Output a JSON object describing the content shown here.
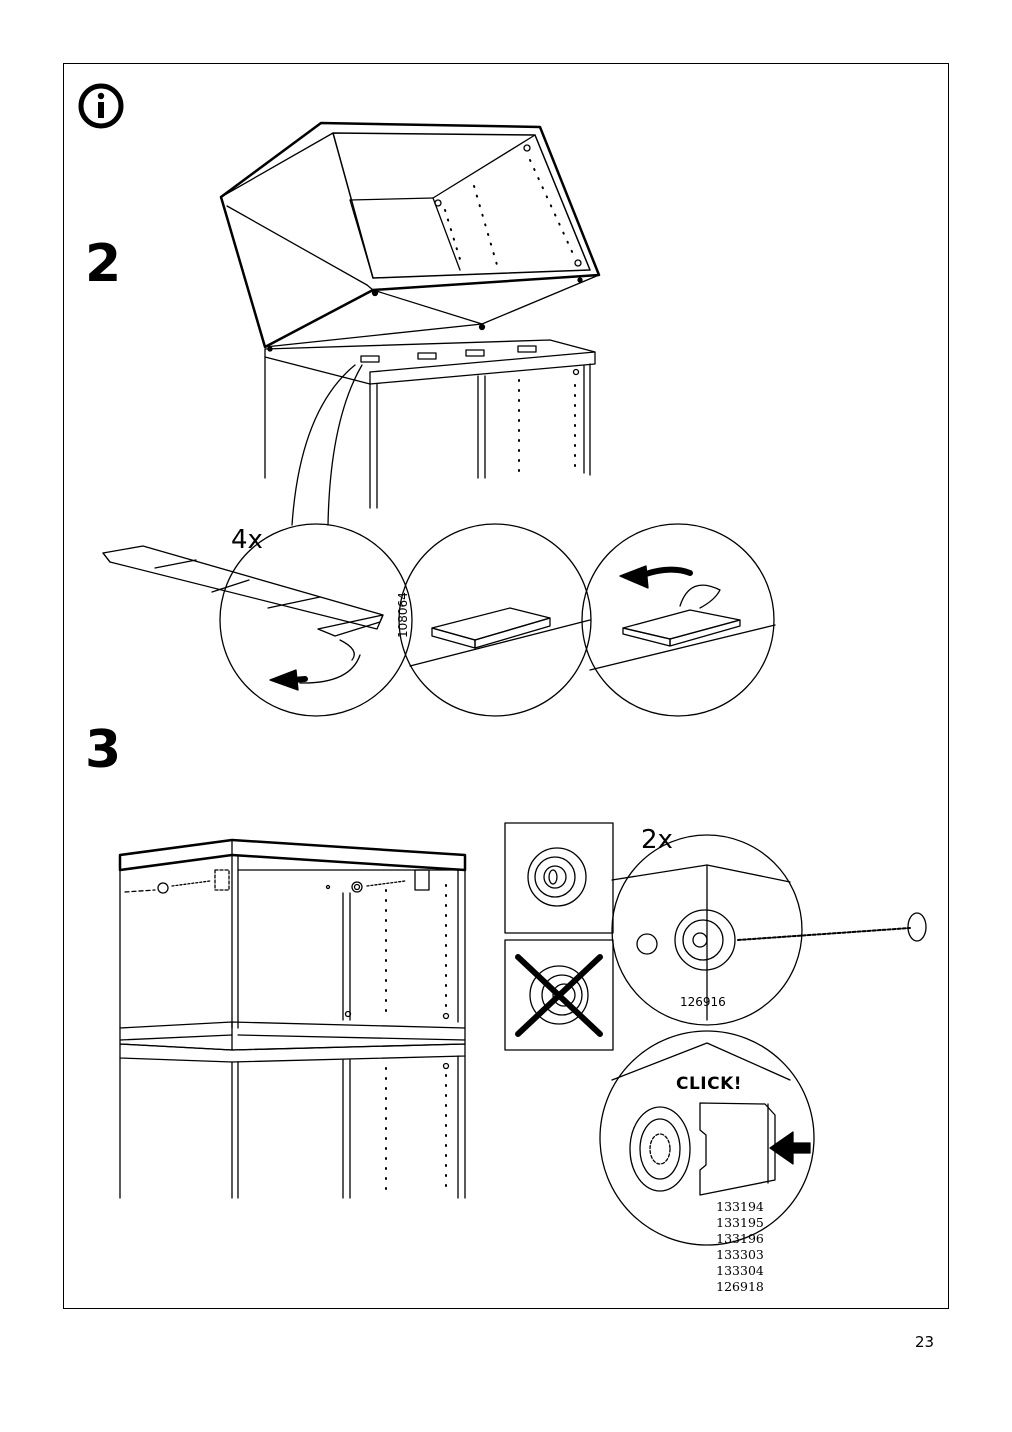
{
  "page": {
    "number": "23"
  },
  "info_icon": {
    "icon": "info-circle-icon"
  },
  "step2": {
    "number": "2",
    "quantity": "4x",
    "part_code": "108064"
  },
  "step3": {
    "number": "3",
    "quantity": "2x",
    "part_code": "126916",
    "click_text": "CLICK!",
    "cap_codes": [
      "133194",
      "133195",
      "133196",
      "133303",
      "133304",
      "126918"
    ]
  }
}
